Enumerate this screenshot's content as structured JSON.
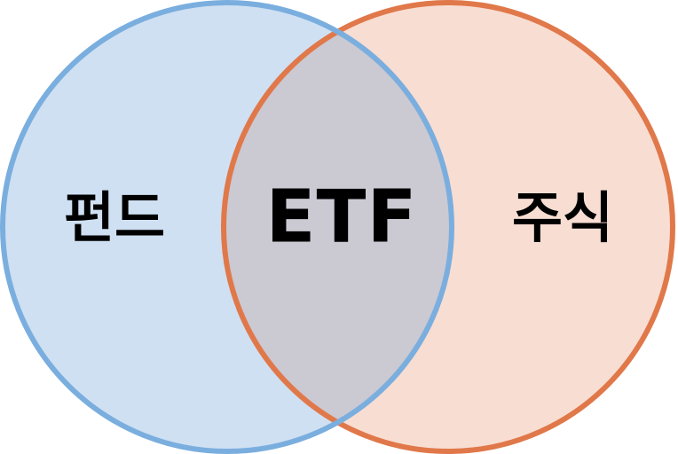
{
  "diagram": {
    "type": "venn",
    "sets": [
      {
        "key": "left",
        "label": "펀드",
        "fill": "#cfe0f2",
        "stroke": "#7aaede"
      },
      {
        "key": "right",
        "label": "주식",
        "fill": "#f8ddd2",
        "stroke": "#e0784a"
      }
    ],
    "intersection": {
      "label": "ETF",
      "fill": "#cbc9d2"
    }
  }
}
